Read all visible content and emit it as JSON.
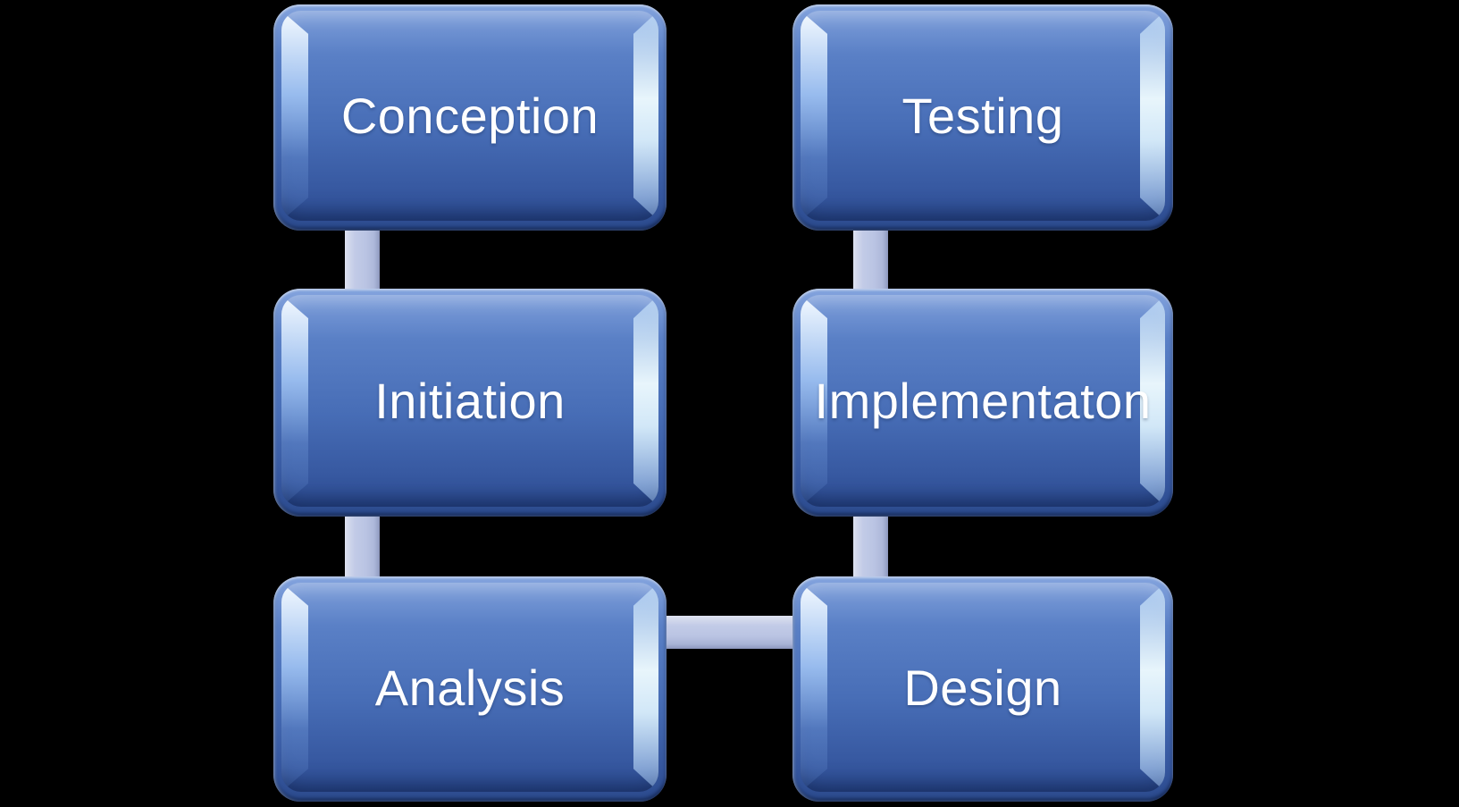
{
  "page": {
    "background_color": "#000000"
  },
  "diagram": {
    "kind": "process-flow-smartart",
    "node_fill_top": "#6189cf",
    "node_fill_bottom": "#3f65ac",
    "connector_color": "#bdc6e3",
    "text_color": "#ffffff",
    "nodes": [
      {
        "id": "conception",
        "label": "Conception",
        "column": "left",
        "row": 1
      },
      {
        "id": "initiation",
        "label": "Initiation",
        "column": "left",
        "row": 2
      },
      {
        "id": "analysis",
        "label": "Analysis",
        "column": "left",
        "row": 3
      },
      {
        "id": "testing",
        "label": "Testing",
        "column": "right",
        "row": 1
      },
      {
        "id": "implementaton",
        "label": "Implementaton",
        "column": "right",
        "row": 2
      },
      {
        "id": "design",
        "label": "Design",
        "column": "right",
        "row": 3
      }
    ],
    "connections": [
      {
        "from": "conception",
        "to": "initiation",
        "orientation": "vertical"
      },
      {
        "from": "initiation",
        "to": "analysis",
        "orientation": "vertical"
      },
      {
        "from": "analysis",
        "to": "design",
        "orientation": "horizontal"
      },
      {
        "from": "design",
        "to": "implementaton",
        "orientation": "vertical"
      },
      {
        "from": "implementaton",
        "to": "testing",
        "orientation": "vertical"
      }
    ]
  }
}
